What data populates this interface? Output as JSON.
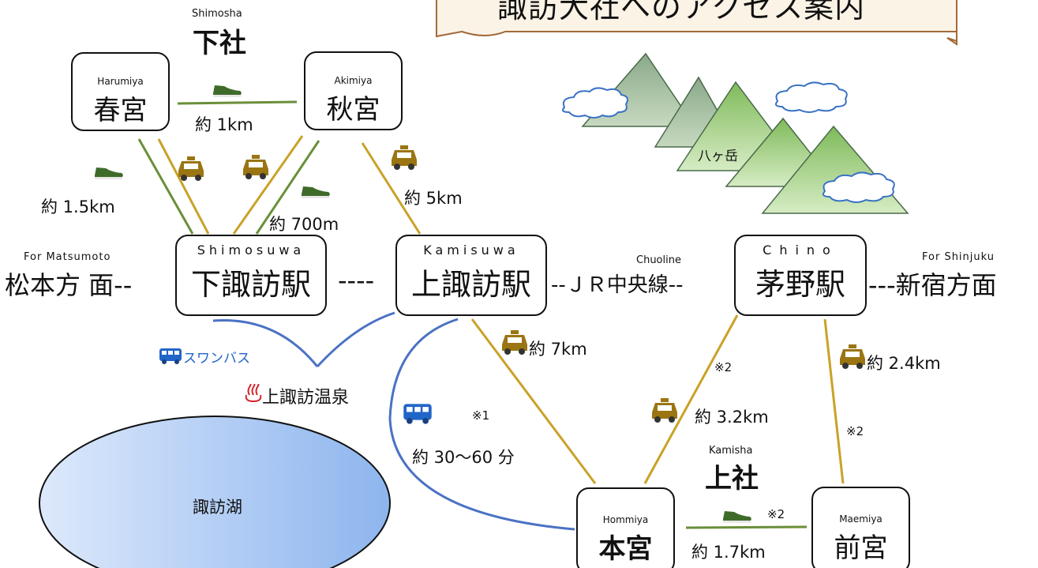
{
  "banner": {
    "title": "諏訪大社へのアクセス案内"
  },
  "shimosha": {
    "romaji": "Shimosha",
    "label": "下社"
  },
  "kamisha": {
    "romaji": "Kamisha",
    "label": "上社"
  },
  "shrines": {
    "harumiya": {
      "romaji": "Harumiya",
      "name": "春宮"
    },
    "akimiya": {
      "romaji": "Akimiya",
      "name": "秋宮"
    },
    "hommiya": {
      "romaji": "Hommiya",
      "name": "本宮"
    },
    "maemiya": {
      "romaji": "Maemiya",
      "name": "前宮"
    }
  },
  "stations": {
    "shimosuwa": {
      "romaji": "Shimosuwa",
      "name": "下諏訪駅"
    },
    "kamisuwa": {
      "romaji": "Kamisuwa",
      "name": "上諏訪駅"
    },
    "chino": {
      "romaji": "Chino",
      "name": "茅野駅"
    }
  },
  "rail": {
    "left_romaji": "For  Matsumoto",
    "left_label": "松本方 面--",
    "dash1": "----",
    "chuo_romaji": "Chuoline",
    "chuo_label": "--ＪＲ中央線--",
    "right_romaji": "For  Shinjuku",
    "right_label": "---新宿方面"
  },
  "distances": {
    "haru_aki_walk": "約 1km",
    "haru_shimo_walk": "約 1.5km",
    "aki_shimo_walk": "約 700m",
    "aki_kami_taxi": "約 5km",
    "kami_hon_taxi": "約 7km",
    "bus": "約 30～60 分",
    "chino_hon_taxi": "約 3.2km",
    "chino_mae_taxi": "約 2.4km",
    "hon_mae_walk": "約 1.7km"
  },
  "notes": {
    "n1": "※1",
    "n2a": "※2",
    "n2b": "※2",
    "n2c": "※2"
  },
  "places": {
    "swan_bus": "スワンバス",
    "onsen": "上諏訪温泉",
    "lake": "諏訪湖",
    "yatsugatake": "八ヶ岳"
  },
  "icons": {
    "walk": "walking-shoe-icon",
    "taxi": "taxi-icon",
    "bus": "bus-icon",
    "onsen": "hot-spring-icon"
  },
  "colors": {
    "walk_route": "#6a8f3a",
    "taxi_route": "#c9a227",
    "bus_route": "#4a72c4",
    "taxi_icon": "#9a7512",
    "shoe_icon": "#3f6b2a",
    "bus_icon": "#2265c8",
    "mountain": "#8fbf70",
    "lake_light": "#d6e6fb",
    "lake_dark": "#8fb8ee",
    "banner_fill": "#fbf3e6"
  }
}
